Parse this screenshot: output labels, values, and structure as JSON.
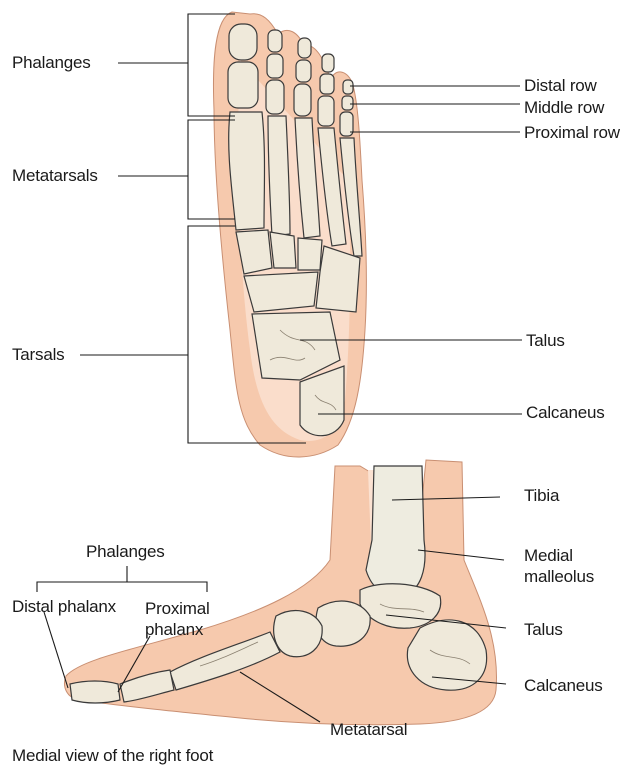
{
  "superior_view": {
    "labels": {
      "phalanges": "Phalanges",
      "metatarsals": "Metatarsals",
      "tarsals": "Tarsals",
      "distal_row": "Distal row",
      "middle_row": "Middle row",
      "proximal_row": "Proximal row",
      "talus": "Talus",
      "calcaneus": "Calcaneus"
    }
  },
  "medial_view": {
    "labels": {
      "phalanges": "Phalanges",
      "distal_phalanx": "Distal phalanx",
      "proximal_phalanx": "Proximal\nphalanx",
      "tibia": "Tibia",
      "medial_malleolus": "Medial\nmalleolus",
      "talus": "Talus",
      "calcaneus": "Calcaneus",
      "metatarsal": "Metatarsal"
    },
    "caption": "Medial view of the right foot"
  },
  "colors": {
    "skin": "#f6c9ad",
    "skin_light": "#fbe2d2",
    "bone": "#efe9da",
    "bone_outline": "#3a3a3a",
    "line": "#1a1a1a"
  }
}
